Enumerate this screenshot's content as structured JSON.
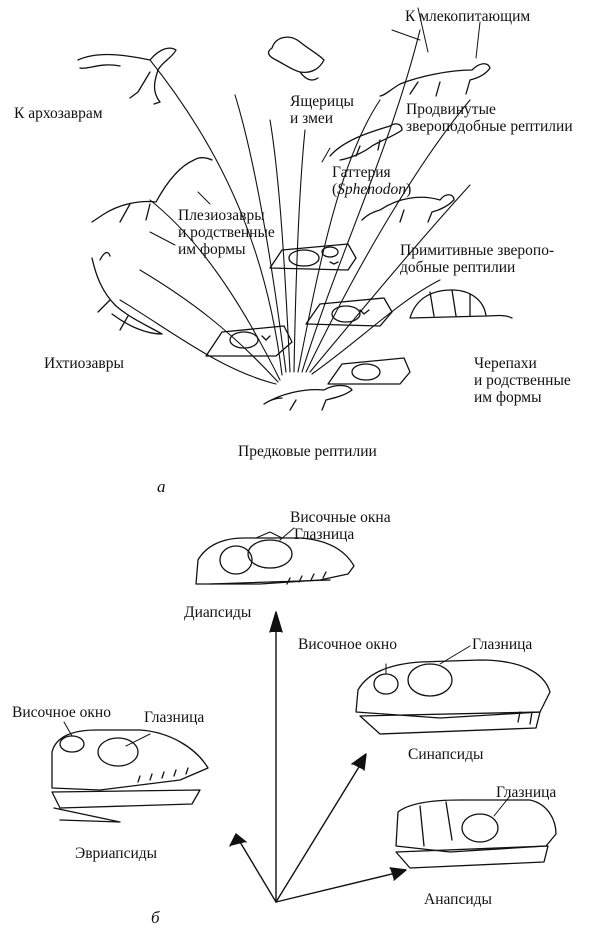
{
  "panel_a": {
    "letter": "а",
    "labels": {
      "to_mammals": "К млекопитающим",
      "to_archosaurs": "К архозаврам",
      "lizards_line1": "Ящерицы",
      "lizards_line2": "и змеи",
      "advanced_line1": "Продвинутые",
      "advanced_line2": "звероподобные рептилии",
      "tuatara_line1": "Гаттерия",
      "tuatara_paren_open": "(",
      "tuatara_latin": "Sphenodon",
      "tuatara_paren_close": ")",
      "plesio_line1": "Плезиозавры",
      "plesio_line2": "и родственные",
      "plesio_line3": "им формы",
      "primitive_line1": "Примитивные зверопо-",
      "primitive_line2": "добные рептилии",
      "turtles_line1": "Черепахи",
      "turtles_line2": "и родственные",
      "turtles_line3": "им формы",
      "ichthyo": "Ихтиозавры",
      "ancestral": "Предковые рептилии"
    }
  },
  "panel_b": {
    "letter": "б",
    "labels": {
      "diapsid_windows": "Височные окна",
      "diapsid_orbit": "Глазница",
      "diapsids": "Диапсиды",
      "synapsid_window": "Височное окно",
      "synapsid_orbit": "Глазница",
      "synapsids": "Синапсиды",
      "euryapsid_window": "Височное окно",
      "euryapsid_orbit": "Глазница",
      "euryapsids": "Эвриапсиды",
      "anapsid_orbit": "Глазница",
      "anapsids": "Анапсиды"
    }
  },
  "colors": {
    "ink": "#111111",
    "paper": "#ffffff"
  }
}
